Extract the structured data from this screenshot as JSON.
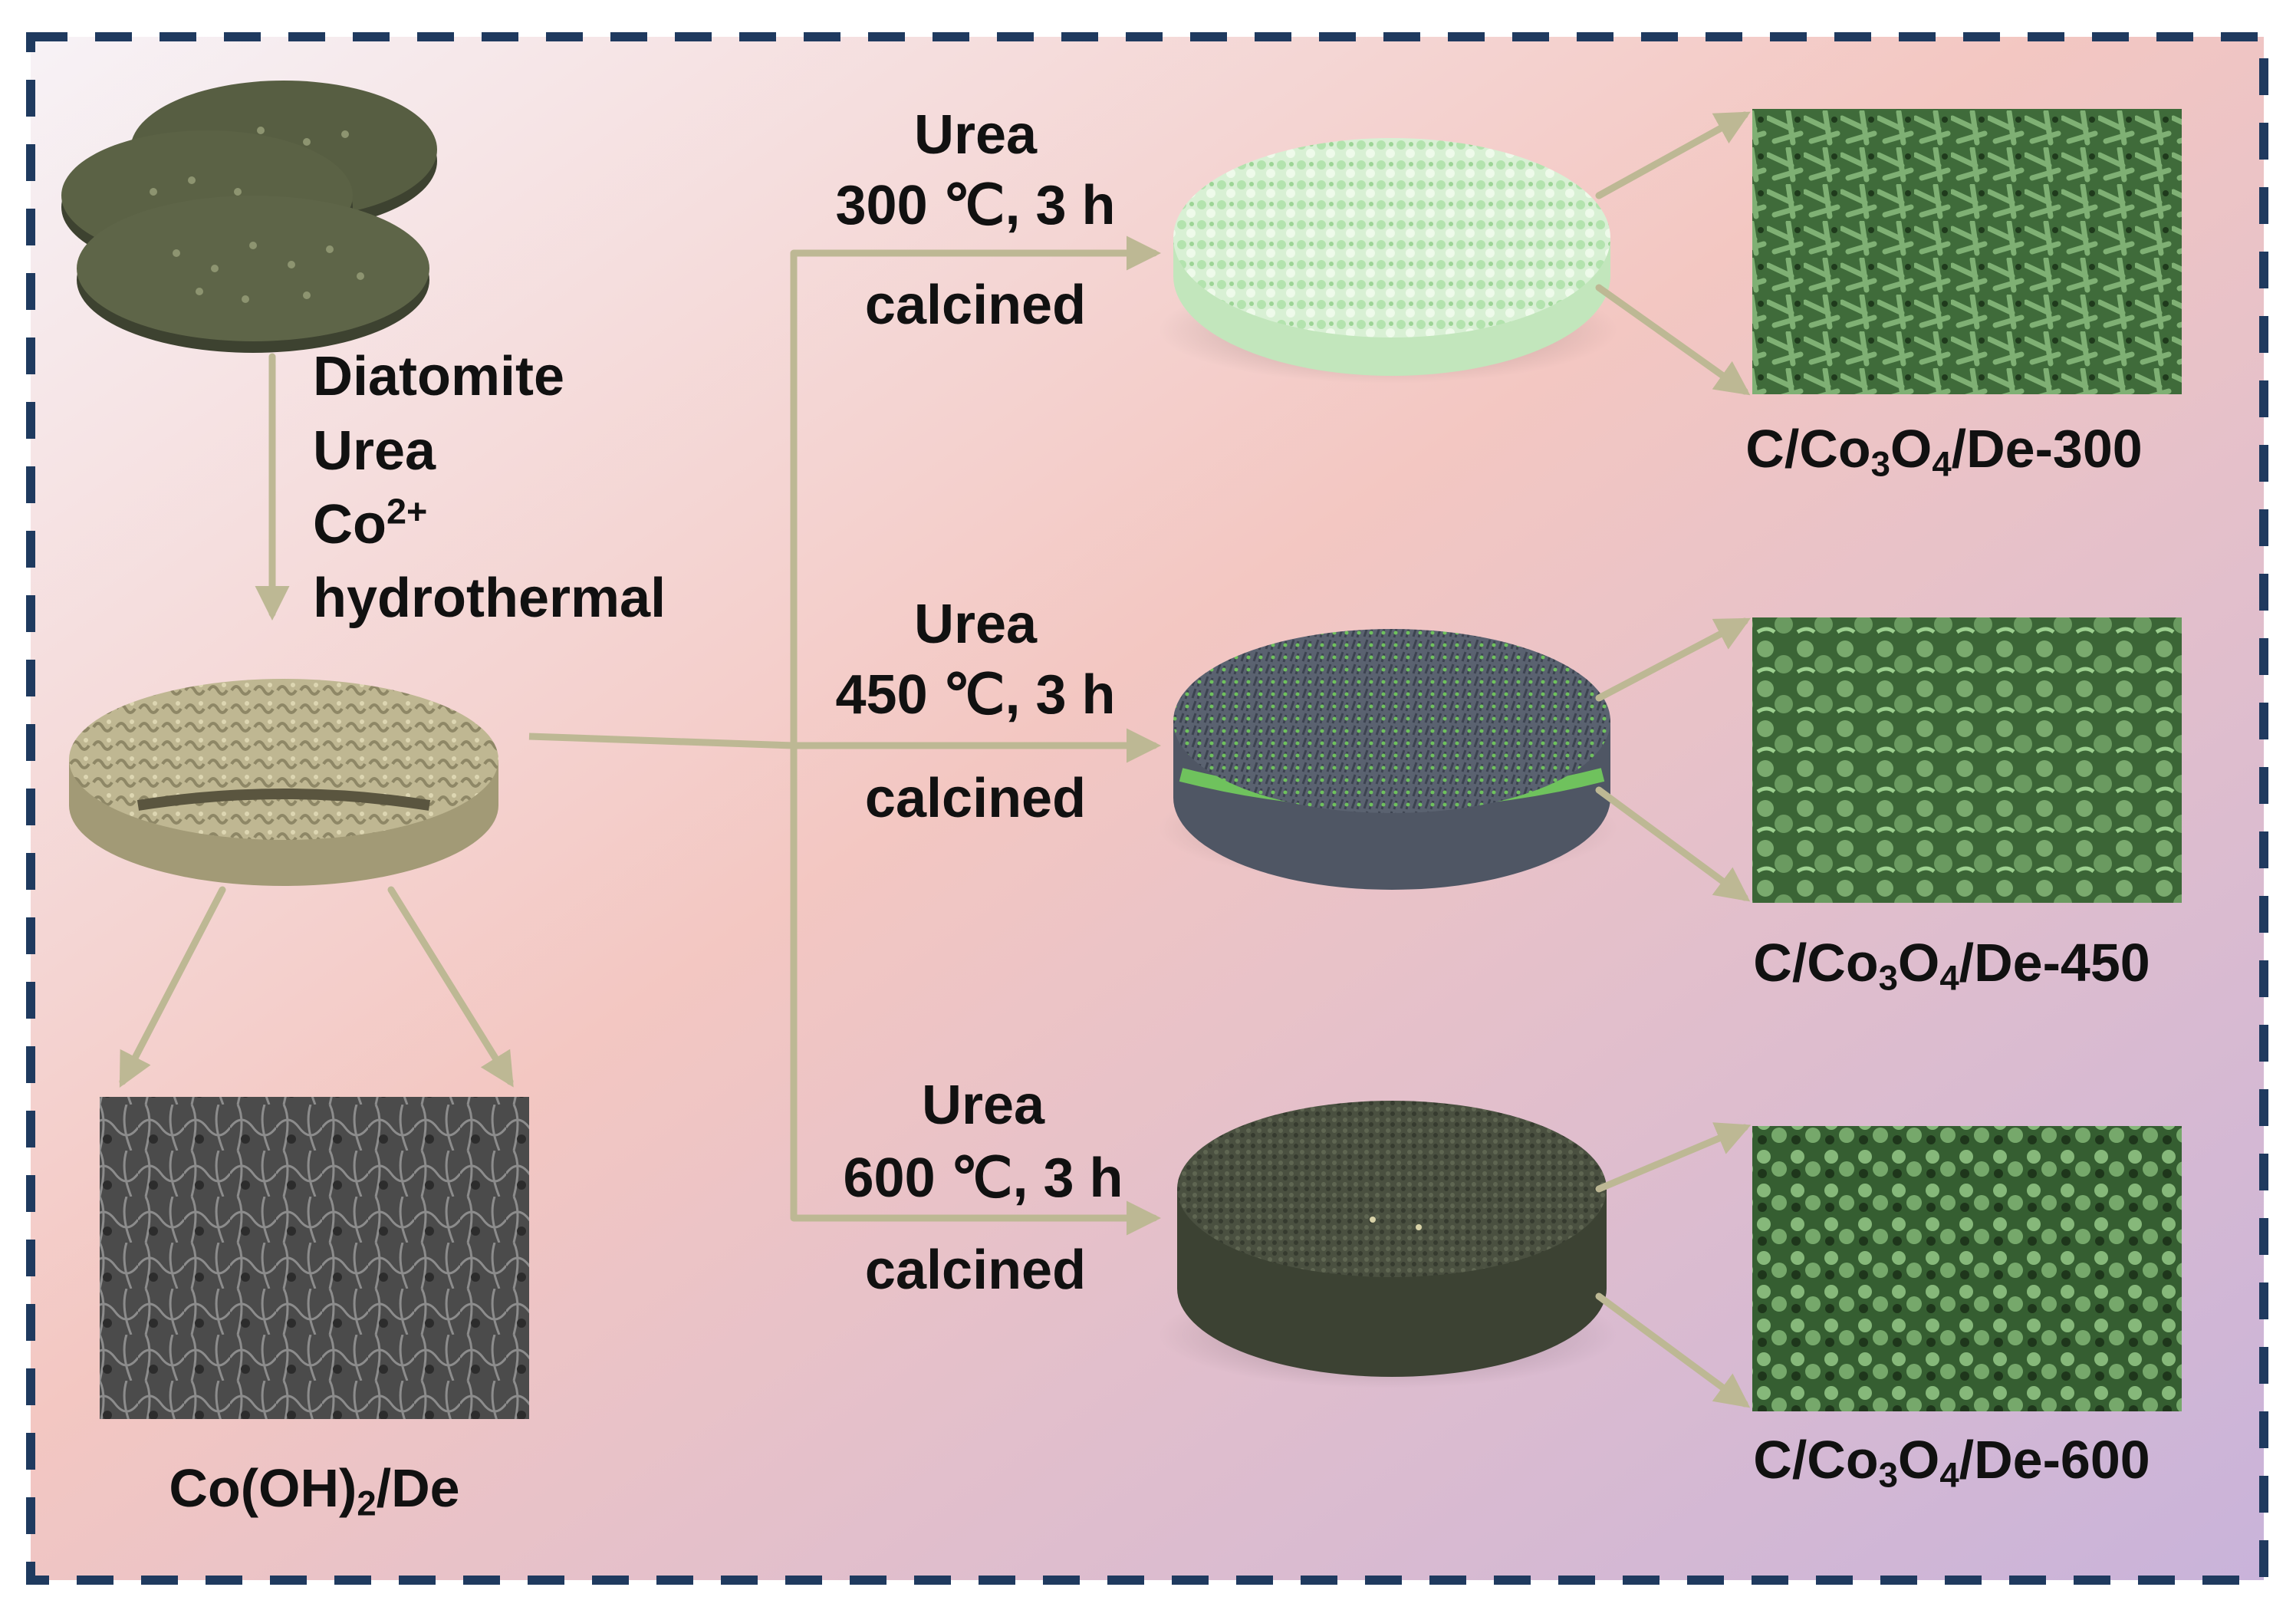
{
  "colors": {
    "frame_dash": "#1f3a5f",
    "arrow": "#bdb894",
    "bg_top_left": "#f5f0f3",
    "bg_mid": "#f3c9c3",
    "bg_bottom_right": "#cfb6d8"
  },
  "precursor": {
    "lines": [
      "Diatomite",
      "Urea",
      "Co",
      "hydrothermal"
    ],
    "co_superscript": "2+"
  },
  "starting_product": {
    "prefix": "Co(OH)",
    "subscript": "2",
    "suffix": "/De"
  },
  "routes": [
    {
      "reagent": "Urea",
      "condition": "300 ℃, 3 h",
      "process": "calcined",
      "product_prefix": "C/Co",
      "sub1": "3",
      "product_mid": "O",
      "sub2": "4",
      "product_suffix": "/De-300"
    },
    {
      "reagent": "Urea",
      "condition": "450 ℃, 3 h",
      "process": "calcined",
      "product_prefix": "C/Co",
      "sub1": "3",
      "product_mid": "O",
      "sub2": "4",
      "product_suffix": "/De-450"
    },
    {
      "reagent": "Urea",
      "condition": "600 ℃, 3 h",
      "process": "calcined",
      "product_prefix": "C/Co",
      "sub1": "3",
      "product_mid": "O",
      "sub2": "4",
      "product_suffix": "/De-600"
    }
  ]
}
